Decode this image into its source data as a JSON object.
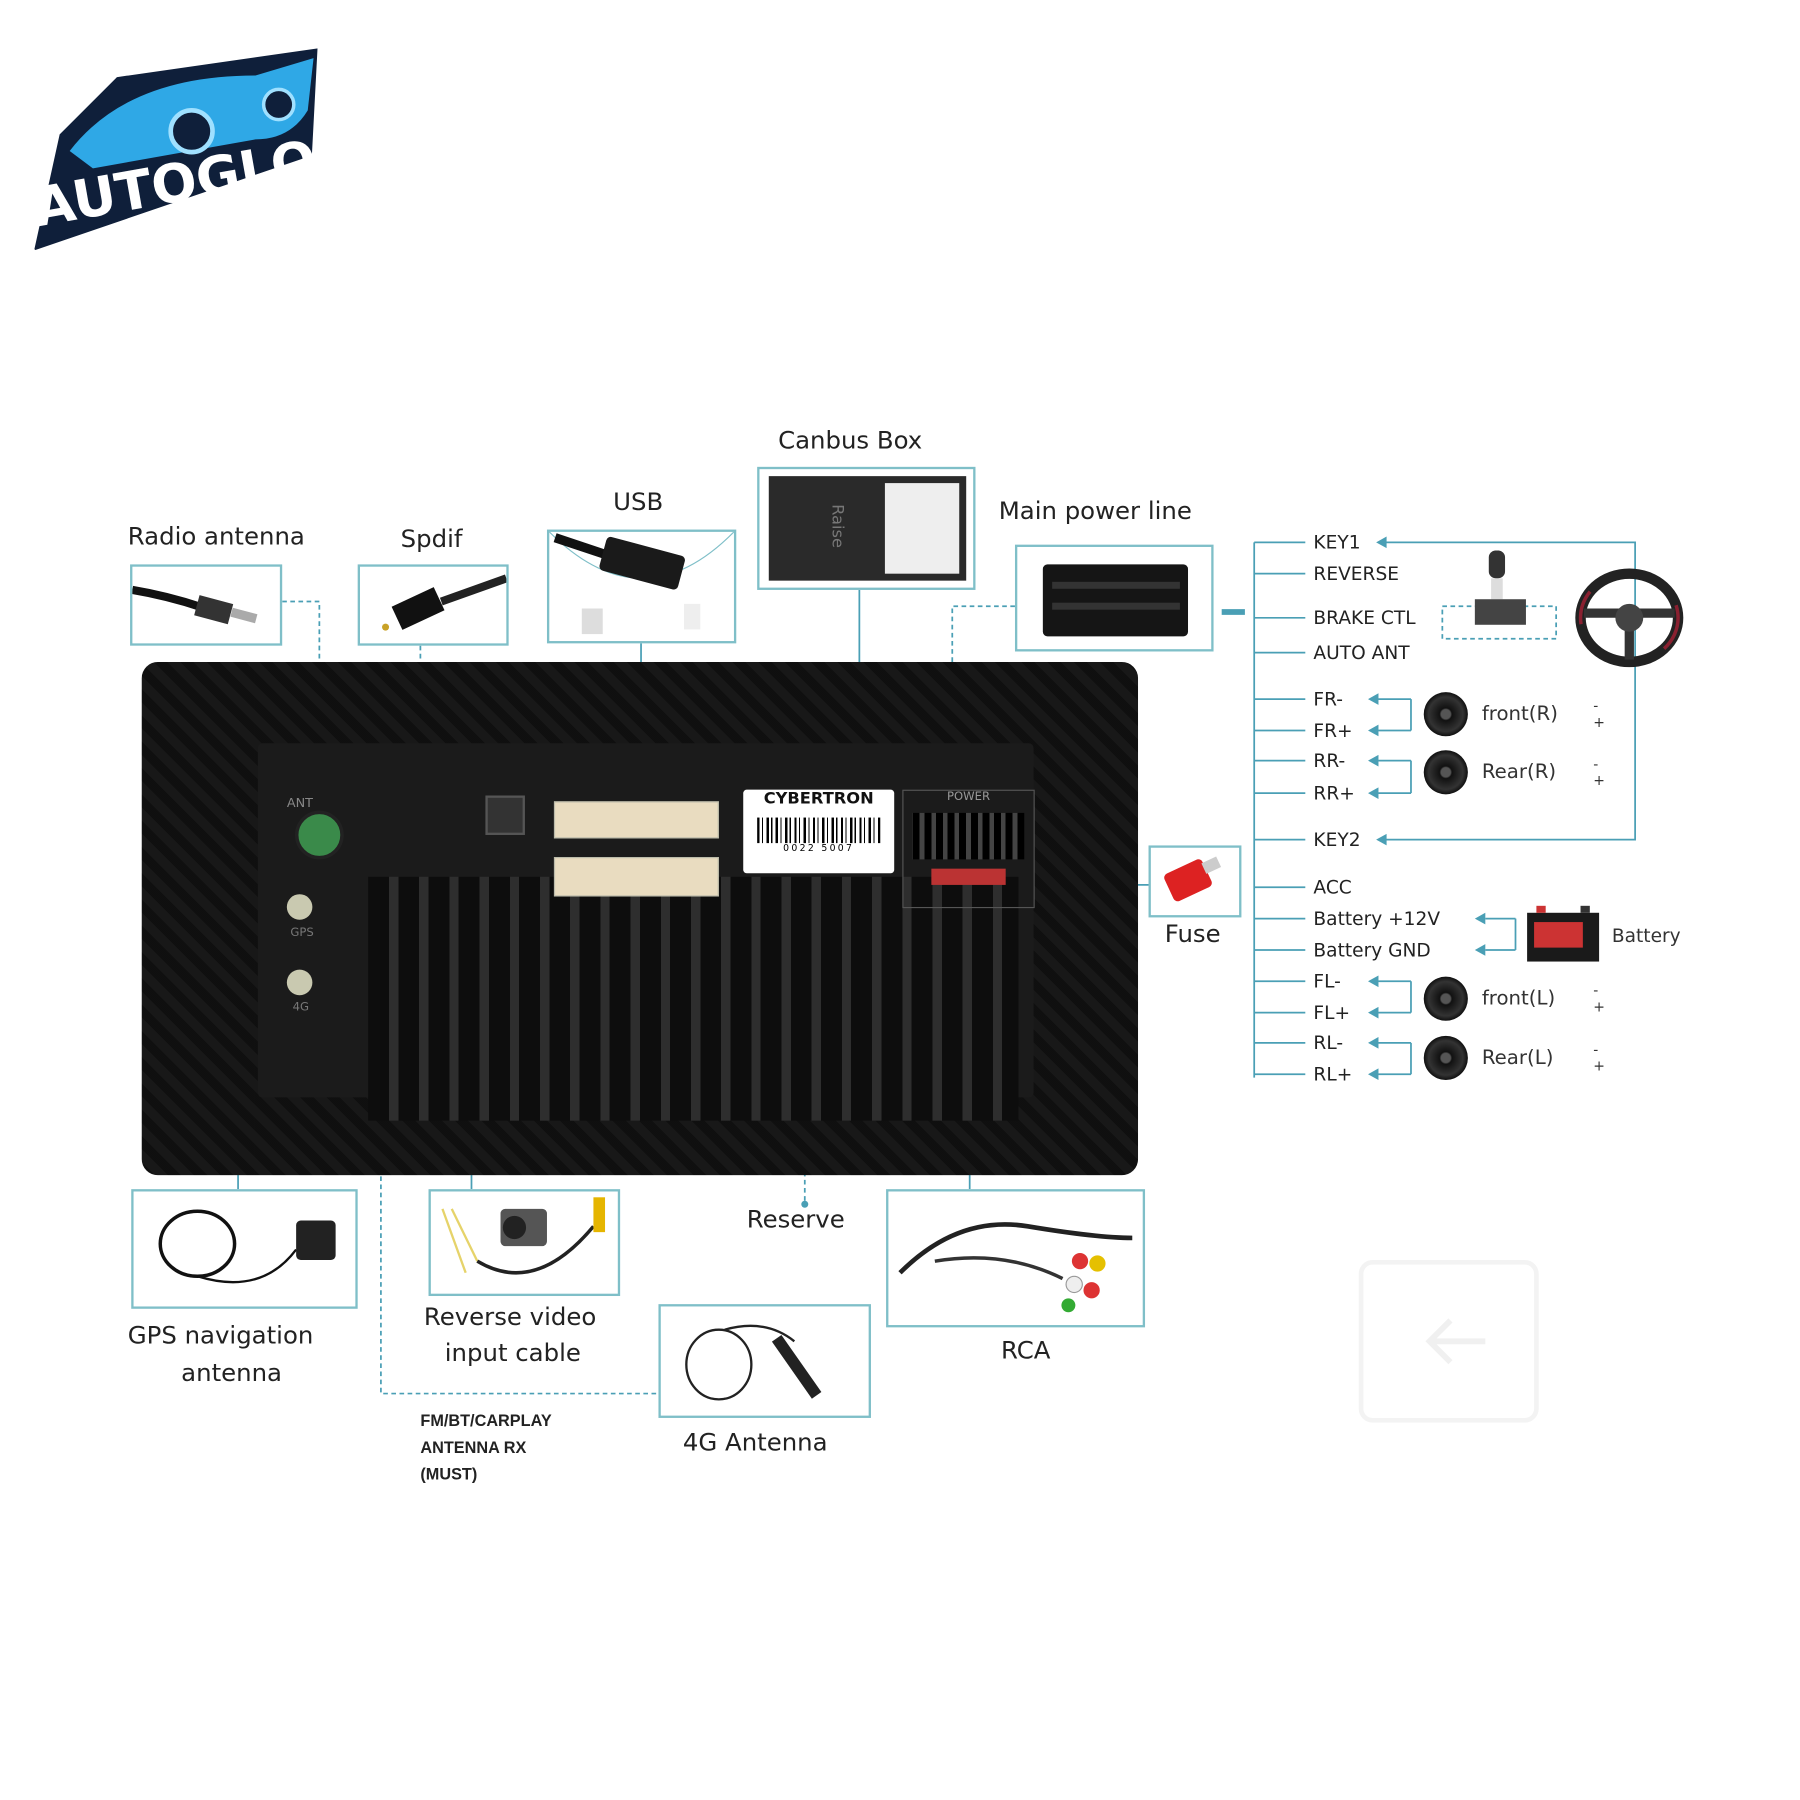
{
  "logo": {
    "brand": "AUTOGLO",
    "subtitle": "AUSTRALIA"
  },
  "top_labels": {
    "radio_antenna": "Radio antenna",
    "spdif": "Spdif",
    "usb": "USB",
    "canbus_box": "Canbus Box",
    "canbus_brand": "Raise",
    "main_power_line": "Main power line"
  },
  "head_unit": {
    "label": "CYBERTRON",
    "barcode": "0022 5007",
    "power": "POWER",
    "ant": "ANT",
    "gps": "GPS",
    "fourg": "4G"
  },
  "fuse": "Fuse",
  "pins": [
    {
      "label": "KEY1"
    },
    {
      "label": "REVERSE"
    },
    {
      "label": "BRAKE CTL"
    },
    {
      "label": "AUTO ANT"
    },
    {
      "label": "FR-"
    },
    {
      "label": "FR+"
    },
    {
      "label": "RR-"
    },
    {
      "label": "RR+"
    },
    {
      "label": "KEY2"
    },
    {
      "label": "ACC"
    },
    {
      "label": "Battery +12V"
    },
    {
      "label": "Battery GND"
    },
    {
      "label": "FL-"
    },
    {
      "label": "FL+"
    },
    {
      "label": "RL-"
    },
    {
      "label": "RL+"
    }
  ],
  "speakers": [
    {
      "label": "front(R)"
    },
    {
      "label": "Rear(R)"
    },
    {
      "label": "front(L)"
    },
    {
      "label": "Rear(L)"
    }
  ],
  "polarity": {
    "minus": "-",
    "plus": "+"
  },
  "battery": "Battery",
  "bottom_labels": {
    "gps_line1": "GPS navigation",
    "gps_line2": "antenna",
    "reverse_line1": "Reverse video",
    "reverse_line2": "input cable",
    "reserve": "Reserve",
    "rca": "RCA",
    "fourg": "4G Antenna",
    "fm_line1": "FM/BT/CARPLAY",
    "fm_line2": "ANTENNA RX",
    "fm_line3": "(MUST)"
  },
  "colors": {
    "line": "#4a9fb5",
    "box": "#7fbfc8",
    "logo_blue": "#2fa8e6",
    "logo_navy": "#0f1f3a"
  }
}
